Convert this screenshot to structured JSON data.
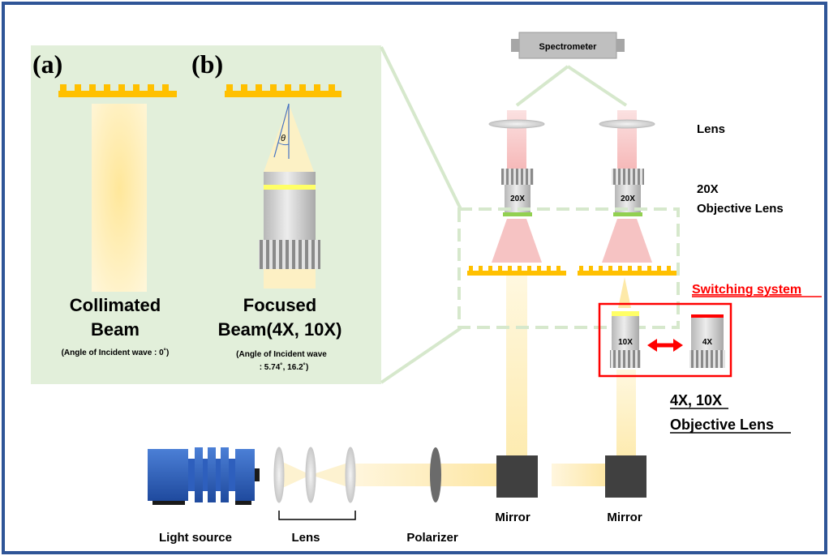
{
  "panel_a": {
    "tag": "(a)",
    "title_line1": "Collimated",
    "title_line2": "Beam",
    "note": "(Angle of Incident wave : 0˚)"
  },
  "panel_b": {
    "tag": "(b)",
    "title_line1": "Focused",
    "title_line2": "Beam(4X, 10X)",
    "note_line1": "(Angle of Incident wave",
    "note_line2": ": 5.74˚, 16.2˚)",
    "angle_symbol": "θ"
  },
  "labels": {
    "spectrometer": "Spectrometer",
    "lens_top": "Lens",
    "objective_20x_line1": "20X",
    "objective_20x_line2": "Objective Lens",
    "mag_20x_left": "20X",
    "mag_20x_right": "20X",
    "switching_system": "Switching system",
    "mag_10x": "10X",
    "mag_4x": "4X",
    "objective_4x10x_line1": "4X, 10X",
    "objective_4x10x_line2": "Objective Lens",
    "light_source": "Light source",
    "lens_bottom": "Lens",
    "polarizer": "Polarizer",
    "mirror_left": "Mirror",
    "mirror_right": "Mirror"
  },
  "colors": {
    "frame": "#2f5597",
    "panel_bg": "#e2efda",
    "grating": "#ffc000",
    "beam_yellow": "#fff2cc",
    "beam_red": "#f8cbcb",
    "switch_red": "#ff0000",
    "mirror": "#404040",
    "light_source": "#2e5fbd"
  }
}
